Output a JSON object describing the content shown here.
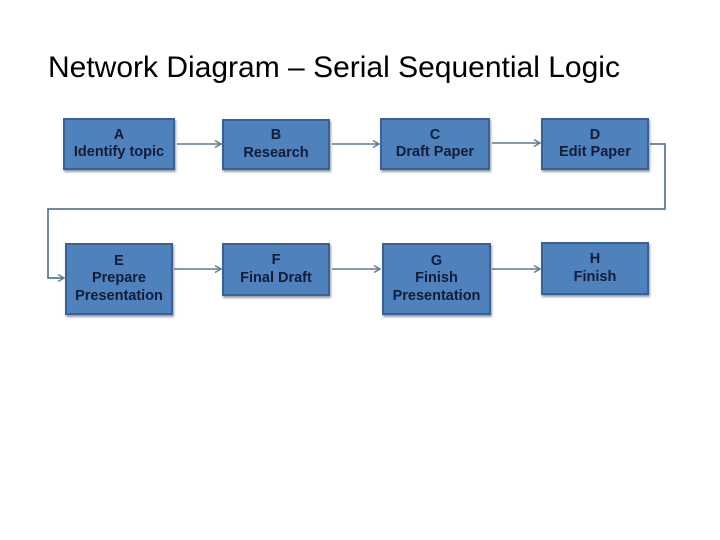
{
  "slide": {
    "title": "Network Diagram – Serial Sequential Logic"
  },
  "diagram": {
    "nodes": [
      {
        "letter": "A",
        "label": "Identify topic"
      },
      {
        "letter": "B",
        "label": "Research"
      },
      {
        "letter": "C",
        "label": "Draft Paper"
      },
      {
        "letter": "D",
        "label": "Edit Paper"
      },
      {
        "letter": "E",
        "label": "Prepare Presentation"
      },
      {
        "letter": "F",
        "label": "Final Draft"
      },
      {
        "letter": "G",
        "label": "Finish Presentation"
      },
      {
        "letter": "H",
        "label": "Finish"
      }
    ],
    "edges": [
      "A → B",
      "B → C",
      "C → D",
      "D → E",
      "E → F",
      "F → G",
      "G → H"
    ]
  },
  "colors": {
    "slide_bg": "#ffffff",
    "title_color": "#000000",
    "box_fill": "#4f81bd",
    "box_border": "#3a6191",
    "box_text": "#121c36",
    "connector": "#5c7b99"
  }
}
